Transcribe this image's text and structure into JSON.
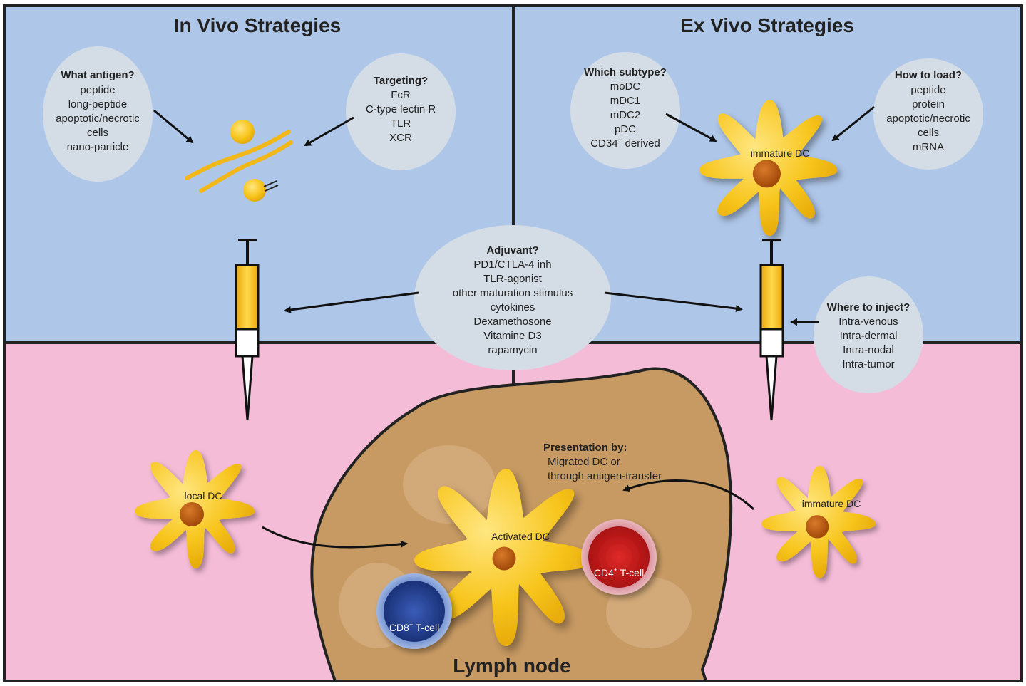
{
  "panels": {
    "in_vivo_title": "In Vivo Strategies",
    "ex_vivo_title": "Ex Vivo Strategies"
  },
  "bubbles": {
    "what_antigen": {
      "heading": "What antigen?",
      "lines": [
        "peptide",
        "long-peptide",
        "apoptotic/necrotic",
        "cells",
        "nano-particle"
      ]
    },
    "targeting": {
      "heading": "Targeting?",
      "lines": [
        "FcR",
        "C-type lectin R",
        "TLR",
        "XCR"
      ]
    },
    "which_subtype": {
      "heading": "Which subtype?",
      "lines": [
        "moDC",
        "mDC1",
        "mDC2",
        "pDC",
        "CD34",
        "+",
        " derived"
      ]
    },
    "how_to_load": {
      "heading": "How to load?",
      "lines": [
        "peptide",
        "protein",
        "apoptotic/necrotic",
        "cells",
        "mRNA"
      ]
    },
    "adjuvant": {
      "heading": "Adjuvant?",
      "lines": [
        "PD1/CTLA-4 inh",
        "TLR-agonist",
        "other maturation stimulus",
        "cytokines",
        "Dexamethosone",
        "Vitamine D3",
        "rapamycin"
      ]
    },
    "where_to_inject": {
      "heading": "Where to inject?",
      "lines": [
        "Intra-venous",
        "Intra-dermal",
        "Intra-nodal",
        "Intra-tumor"
      ]
    },
    "presentation": {
      "heading": "Presentation by:",
      "lines": [
        "Migrated DC or",
        "through antigen-transfer"
      ]
    }
  },
  "cells": {
    "immature_dc_top": "immature DC",
    "immature_dc_bottom": "immature DC",
    "local_dc": "local DC",
    "activated_dc": "Activated DC",
    "cd8": {
      "base": "CD8",
      "sup": "+",
      "rest": " T-cell"
    },
    "cd4": {
      "base": "CD4",
      "sup": "+",
      "rest": " T-cell"
    }
  },
  "lymph_node_label": "Lymph node",
  "colors": {
    "panel_blue": "#aec6e8",
    "panel_pink": "#f5bcd8",
    "bubble": "#d4dde6",
    "dc_yellow": "#f7c51c",
    "dc_nucleus": "#b9570b",
    "lymph_node": "#c89a63",
    "cd8_blue": "#243d8c",
    "cd4_red": "#c41a1a"
  }
}
